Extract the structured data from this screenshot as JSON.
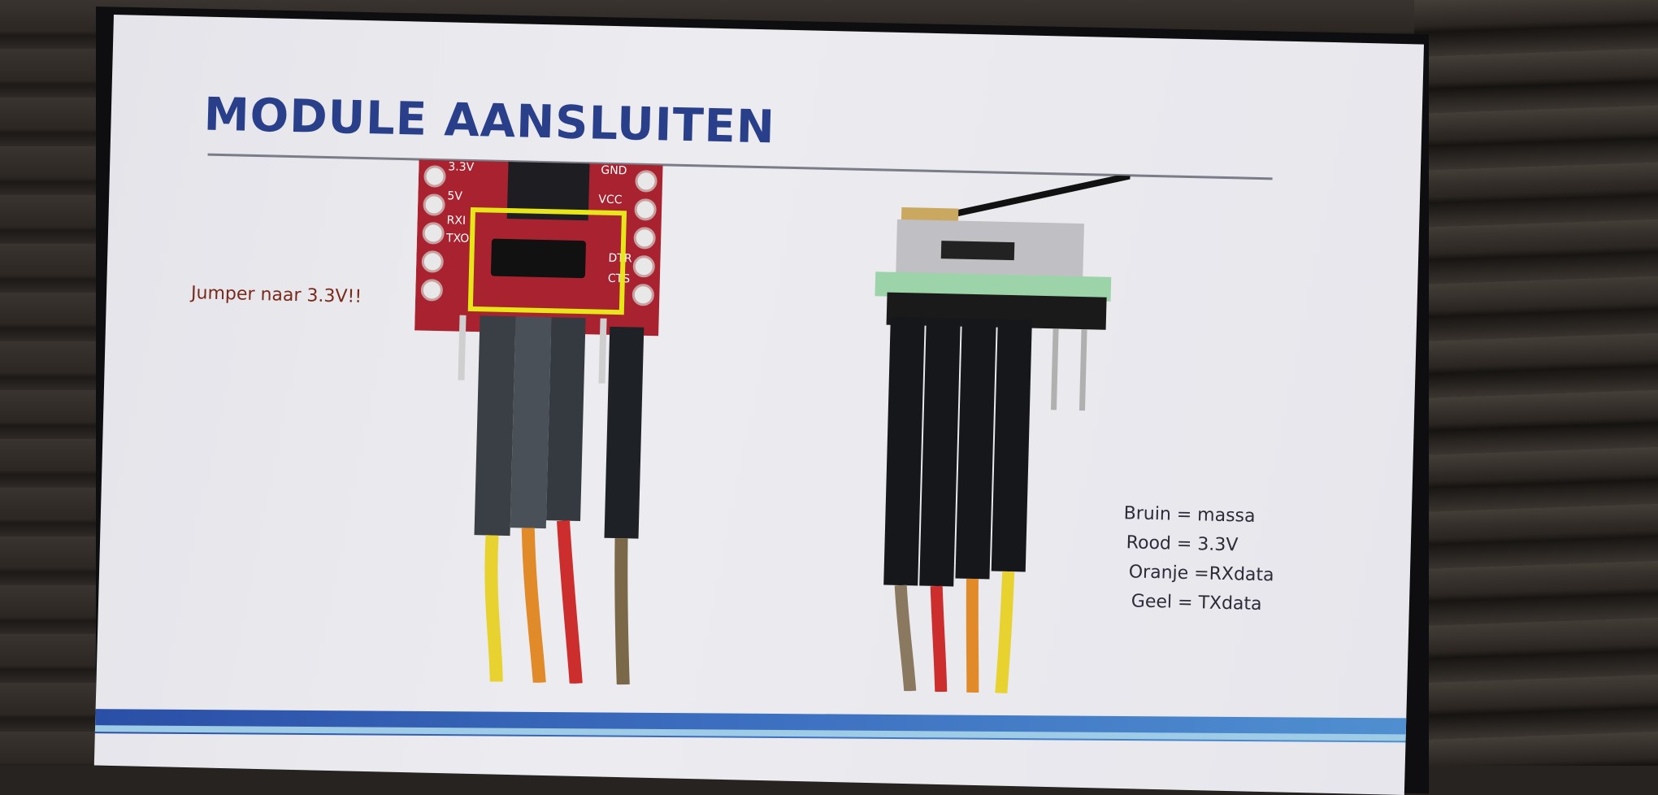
{
  "slide": {
    "title": "MODULE AANSLUITEN",
    "jumper_note": "Jumper naar 3.3V!!",
    "legend": [
      "Bruin = massa",
      "Rood = 3.3V",
      "Oranje =RXdata",
      "Geel = TXdata"
    ],
    "board_labels": [
      "3.3V",
      "5V",
      "RXI",
      "TXO",
      "VCC",
      "GND",
      "DTR",
      "CTS"
    ]
  },
  "colors": {
    "title": "#2a3f8a",
    "board_red": "#a8232f",
    "highlight_yellow": "#e6e619",
    "wire_yellow": "#e8d230",
    "wire_orange": "#e08a2a",
    "wire_red": "#cc2e2e",
    "wire_brown": "#7a6848"
  }
}
